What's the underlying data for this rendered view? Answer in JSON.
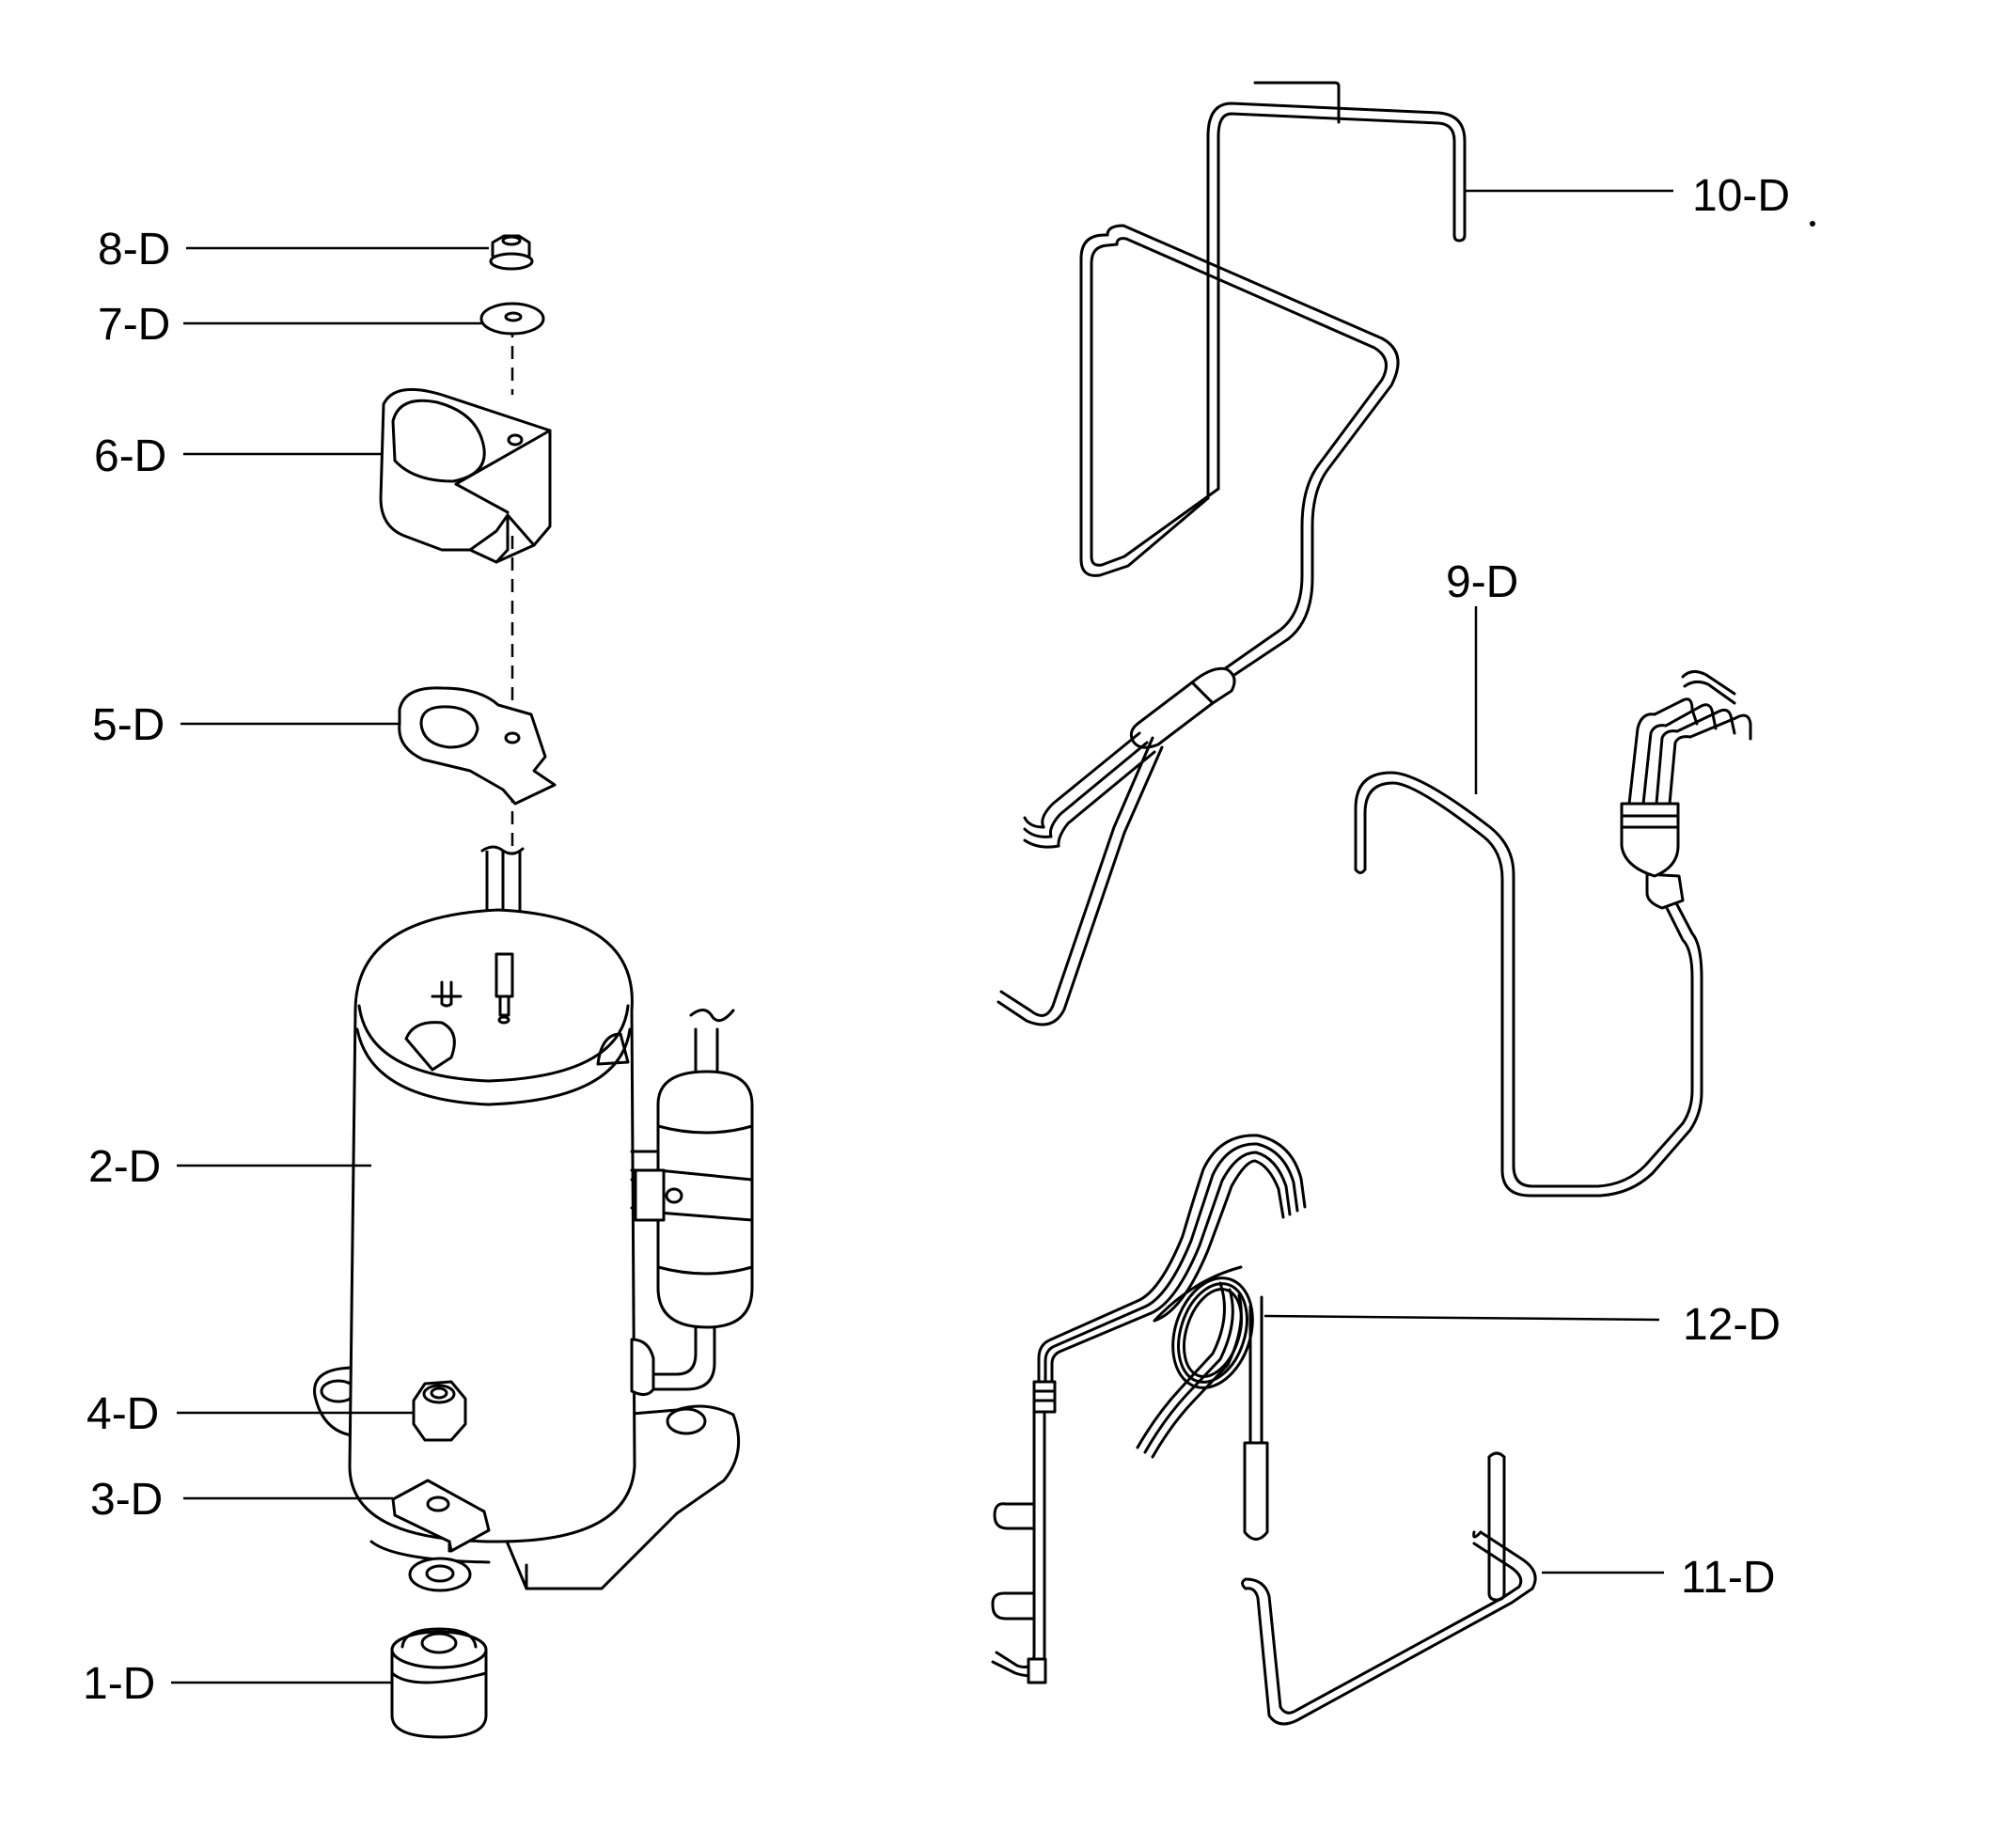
{
  "labels": {
    "l1": "1-D",
    "l2": "2-D",
    "l3": "3-D",
    "l4": "4-D",
    "l5": "5-D",
    "l6": "6-D",
    "l7": "7-D",
    "l8": "8-D",
    "l9": "9-D",
    "l10": "10-D",
    "l11": "11-D",
    "l12": "12-D"
  }
}
